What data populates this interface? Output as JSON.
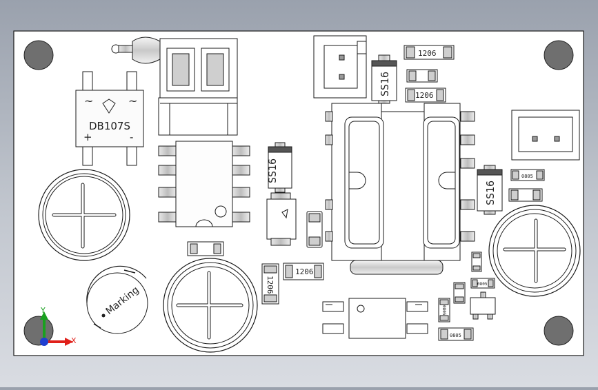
{
  "scene": {
    "background_top": "#9aa1ad",
    "background_bottom": "#d9dce2",
    "board_color": "#ffffff",
    "outline_color": "#1a1a1a"
  },
  "labels": {
    "bridge_part": "DB107S",
    "bridge_ac1": "~",
    "bridge_ac2": "~",
    "bridge_plus": "+",
    "bridge_minus": "-",
    "diode_1": "SS16",
    "diode_2": "SS16",
    "diode_3": "SS16",
    "res_top_1": "1206",
    "res_top_2": "1206",
    "res_mid_h": "1206",
    "res_mid_v": "1206",
    "res_small_1": "0805",
    "res_small_2": "0805",
    "res_small_3": "0805",
    "res_small_4": "0805",
    "marking": "Marking"
  },
  "triad": {
    "x_label": "X",
    "y_label": "Y",
    "x_color": "#e0201a",
    "y_color": "#19a11f",
    "origin_color": "#1f3fd1"
  }
}
